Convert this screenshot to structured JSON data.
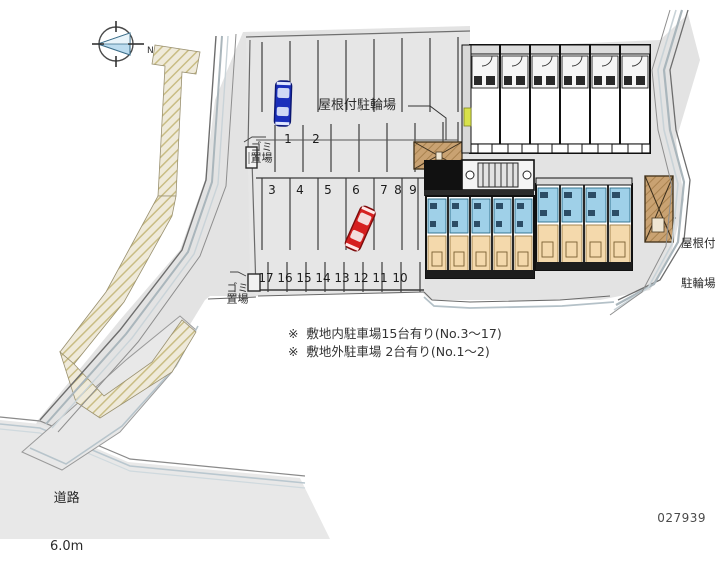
{
  "document": {
    "type": "site-plan",
    "reference_id": "027939",
    "background_color": "#ffffff",
    "site_fill": "#e3e3e3",
    "ground_fill": "#f2efe4"
  },
  "compass": {
    "name": "north-arrow",
    "letter": "N",
    "direction": "west-left"
  },
  "annotations": {
    "roof_bike_top": "屋根付駐輪場",
    "roof_bike_right_line1": "屋根付",
    "roof_bike_right_line2": "駐輪場",
    "gomi_1_col1": "ゴ",
    "gomi_1_col2": "ミ",
    "gomi_1_col3": "置",
    "gomi_1_col4": "場",
    "gomi_2_col1": "ゴ",
    "gomi_2_col2": "ミ",
    "gomi_2_col3": "置",
    "gomi_2_col4": "場",
    "road_name": "道路",
    "road_width": "6.0m"
  },
  "notes": [
    "※  敷地内駐車場15台有り(No.3〜17)",
    "※  敷地外駐車場 2台有り(No.1〜2)"
  ],
  "parking": {
    "upper_row": [
      "1",
      "2"
    ],
    "middle_row": [
      "3",
      "4",
      "5",
      "6",
      "7",
      "8",
      "9"
    ],
    "lower_row": [
      "17",
      "16",
      "15",
      "14",
      "13",
      "12",
      "11",
      "10"
    ],
    "cars": [
      {
        "name": "blue-car",
        "color": "#1a2fbb",
        "stall": "1"
      },
      {
        "name": "red-car",
        "color": "#d62020",
        "stall": "7"
      }
    ]
  },
  "buildings": {
    "north_block": {
      "name": "north-apartment-block",
      "units": 6,
      "fill": "#ffffff"
    },
    "center_block": {
      "name": "center-apartment-block",
      "units": 5,
      "fill": "#f2d7ab"
    },
    "east_block": {
      "name": "east-apartment-block",
      "units": 4,
      "fill": "#f2d7ab"
    },
    "stair_core": {
      "name": "stair-core"
    },
    "bike_shelter_west": {
      "name": "bike-shelter-west",
      "fill": "#c8a06a"
    },
    "bike_shelter_east": {
      "name": "bike-shelter-east",
      "fill": "#c8a06a"
    }
  },
  "colors": {
    "accent_blue": "#9fd0e8",
    "unit_tan": "#f4d9ac",
    "wall_dark": "#1a1a1a",
    "hatch_khaki": "#d8cfa0",
    "site_gray": "#e3e3e3",
    "road_gray": "#dedede"
  }
}
